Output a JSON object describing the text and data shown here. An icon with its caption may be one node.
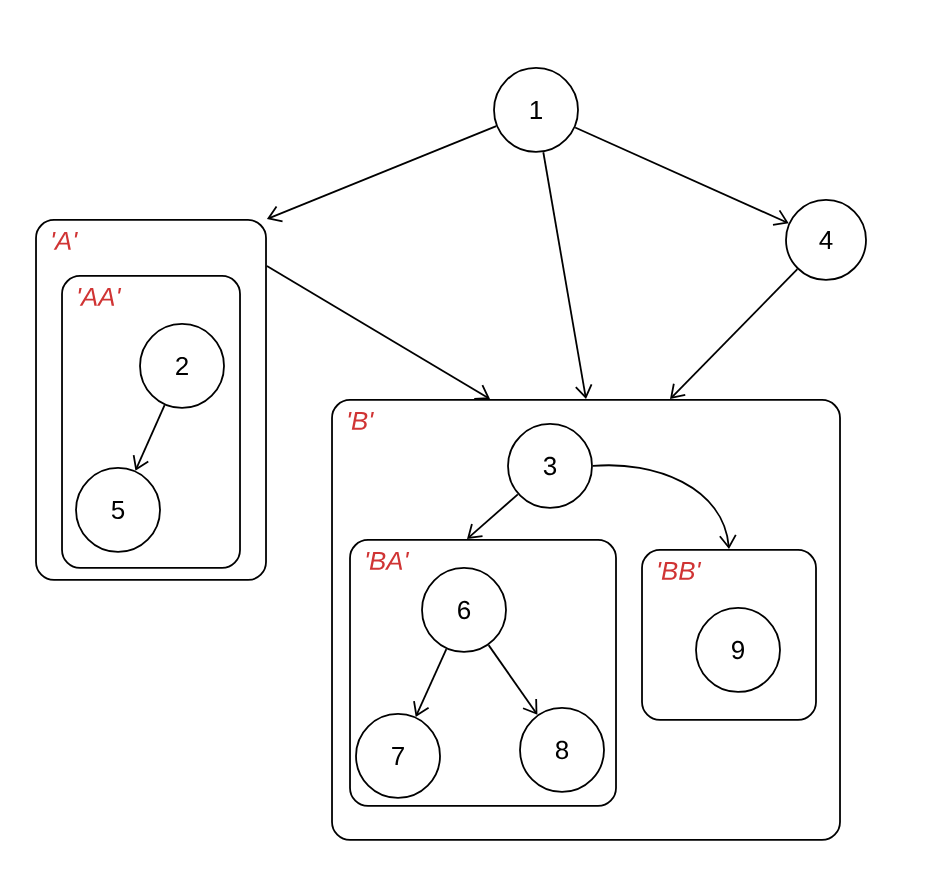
{
  "diagram": {
    "nodes": [
      {
        "text": [
          "1"
        ]
      },
      {
        "text": [
          "4"
        ]
      },
      {
        "text": [
          "'A'"
        ]
      },
      {
        "text": [
          "'AA'"
        ],
        "in": 2
      },
      {
        "text": [
          "2"
        ],
        "in": 3
      },
      {
        "text": [
          "5"
        ],
        "in": 3
      },
      {
        "text": [
          "'B'"
        ]
      },
      {
        "text": [
          "3"
        ],
        "in": 6
      },
      {
        "text": [
          "'BA'"
        ],
        "in": 6
      },
      {
        "text": [
          "6"
        ],
        "in": 8
      },
      {
        "text": [
          "7"
        ],
        "in": 8
      },
      {
        "text": [
          "8"
        ],
        "in": 8
      },
      {
        "text": [
          "'BB'"
        ],
        "in": 6
      },
      {
        "text": [
          "9"
        ],
        "in": 12
      }
    ],
    "edges": [
      {
        "from": 0,
        "to": 2,
        "arrow": "to"
      },
      {
        "from": 0,
        "to": 6,
        "arrow": "to"
      },
      {
        "from": 0,
        "to": 1,
        "arrow": "to"
      },
      {
        "from": 1,
        "to": 6,
        "arrow": "to"
      },
      {
        "from": 2,
        "to": 6,
        "arrow": "to"
      },
      {
        "from": 4,
        "to": 5,
        "arrow": "to"
      },
      {
        "from": 7,
        "to": 8,
        "arrow": "to"
      },
      {
        "from": 7,
        "to": 12,
        "arrow": "to"
      },
      {
        "from": 9,
        "to": 10,
        "arrow": "to"
      },
      {
        "from": 9,
        "to": 11,
        "arrow": "to"
      }
    ]
  }
}
